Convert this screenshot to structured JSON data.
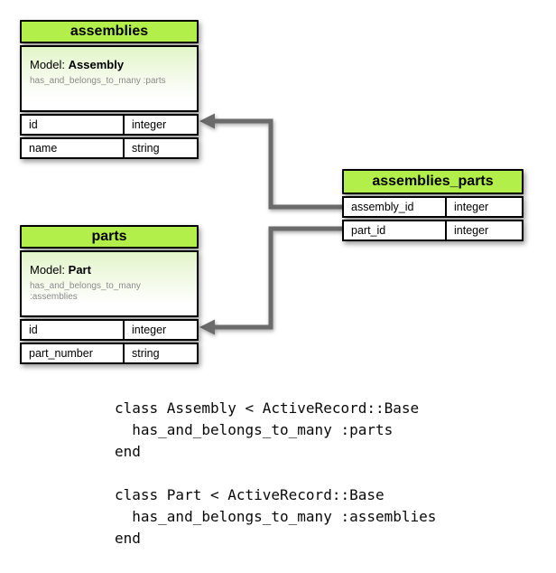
{
  "diagram": {
    "tables": [
      {
        "title": "assemblies",
        "model_label": "Model:",
        "model_name": "Assembly",
        "association": "has_and_belongs_to_many :parts",
        "fields": [
          {
            "name": "id",
            "type": "integer"
          },
          {
            "name": "name",
            "type": "string"
          }
        ]
      },
      {
        "title": "parts",
        "model_label": "Model:",
        "model_name": "Part",
        "association": "has_and_belongs_to_many :assemblies",
        "fields": [
          {
            "name": "id",
            "type": "integer"
          },
          {
            "name": "part_number",
            "type": "string"
          }
        ]
      },
      {
        "title": "assemblies_parts",
        "fields": [
          {
            "name": "assembly_id",
            "type": "integer"
          },
          {
            "name": "part_id",
            "type": "integer"
          }
        ]
      }
    ],
    "colors": {
      "header_green": "#b2ef4b",
      "gradient_top": "#e2f5c9",
      "arrow_gray": "#6b6b6b"
    }
  },
  "code": {
    "lines": [
      "class Assembly < ActiveRecord::Base",
      "  has_and_belongs_to_many :parts",
      "end",
      "class Part < ActiveRecord::Base",
      "  has_and_belongs_to_many :assemblies",
      "end"
    ]
  }
}
